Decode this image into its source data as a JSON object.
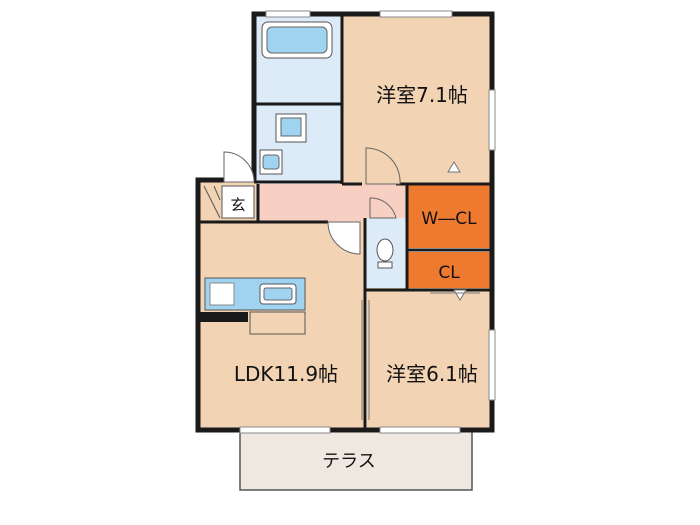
{
  "rooms": {
    "bedroom_north": "洋室7.1帖",
    "bedroom_south": "洋室6.1帖",
    "ldk": "LDK11.9帖",
    "walk_in_closet": "W―CL",
    "closet": "CL",
    "entrance": "玄",
    "terrace": "テラス"
  },
  "colors": {
    "tatami_floor": "#f2d3b3",
    "wet_area": "#dcebf7",
    "closet": "#ee7a30",
    "corridor": "#f8cfc3",
    "terrace": "#eee8e1",
    "wall": "#1a1a1a"
  }
}
